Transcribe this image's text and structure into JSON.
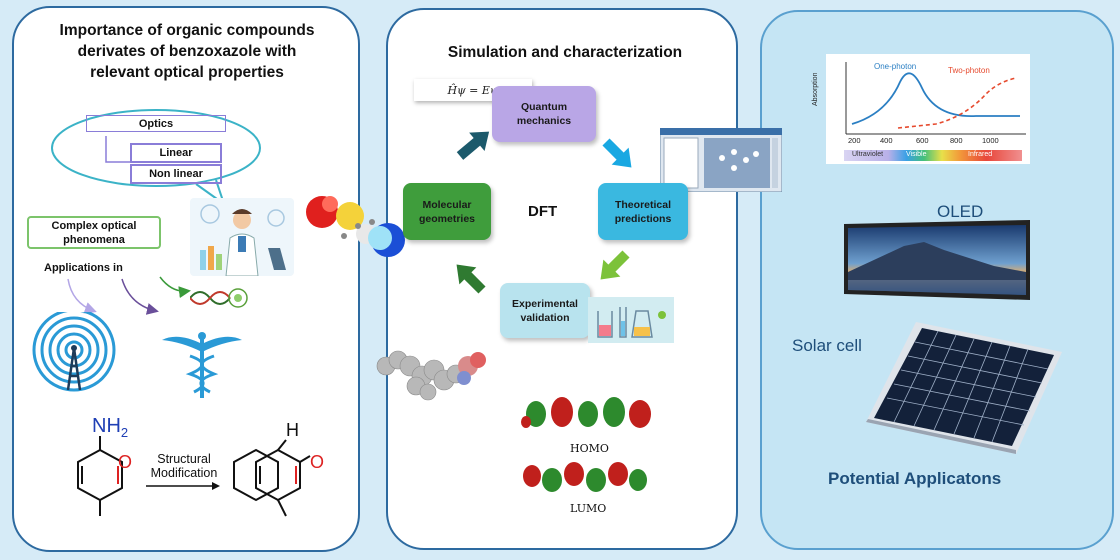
{
  "left": {
    "title_line1": "Importance of organic compounds",
    "title_line2": "derivates of benzoxazole with",
    "title_line3": "relevant optical properties",
    "optics": "Optics",
    "linear": "Linear",
    "nonlinear": "Non linear",
    "complex_line1": "Complex optical",
    "complex_line2": "phenomena",
    "applications_in": "Applications in",
    "nh2": "NH",
    "nh2_sub": "2",
    "o_left": "O",
    "h_right": "H",
    "o_right": "O",
    "structural_line1": "Structural",
    "structural_line2": "Modification"
  },
  "middle": {
    "title": "Simulation and characterization",
    "equation": "Ĥψ = Eψ",
    "quantum_line1": "Quantum",
    "quantum_line2": "mechanics",
    "theoretical_line1": "Theoretical",
    "theoretical_line2": "predictions",
    "experimental_line1": "Experimental",
    "experimental_line2": "validation",
    "molecular_line1": "Molecular",
    "molecular_line2": "geometries",
    "dft": "DFT",
    "homo": "HOMO",
    "lumo": "LUMO"
  },
  "right": {
    "one_photon": "One-photon",
    "two_photon": "Two-photon",
    "absorption": "Absorption",
    "x_ticks": [
      "200",
      "400",
      "600",
      "800",
      "1000"
    ],
    "spectrum_uv": "Ultraviolet",
    "spectrum_vis": "Visible",
    "spectrum_ir": "Infrared",
    "oled": "OLED",
    "solar_cell": "Solar cell",
    "potential": "Potential Applicatons"
  },
  "colors": {
    "panel_border": "#2d6aa0",
    "quantum_box": "#b9a6e6",
    "theoretical_box": "#3ab8e0",
    "experimental_box": "#b8e3ee",
    "molecular_box": "#3f9d3c",
    "arrow_dark": "#1c5a6c",
    "arrow_cyan": "#19a8e2",
    "arrow_green": "#7cc23a",
    "arrow_darkgreen": "#2f7a31",
    "one_photon_curve": "#2b7fc3",
    "two_photon_curve": "#e64a2e"
  },
  "icons": [
    "radio-tower-icon",
    "caduceus-icon",
    "scientist-icon",
    "dna-icon",
    "molecule-3d-icon",
    "software-screenshot-icon",
    "lab-glassware-icon",
    "oled-screen-icon",
    "solar-panel-icon"
  ]
}
